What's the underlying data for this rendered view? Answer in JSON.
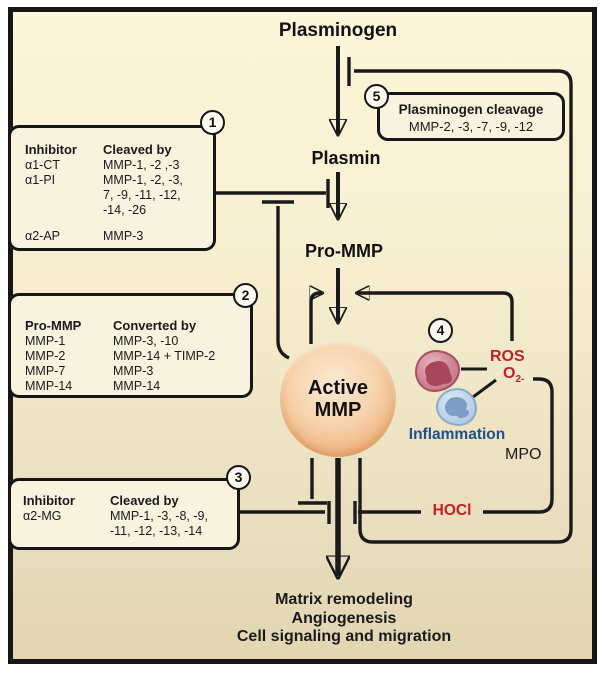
{
  "diagram": {
    "nodes": {
      "plasminogen": "Plasminogen",
      "plasmin": "Plasmin",
      "pro_mmp": "Pro-MMP",
      "active_mmp_line1": "Active",
      "active_mmp_line2": "MMP"
    },
    "outcomes": [
      "Matrix remodeling",
      "Angiogenesis",
      "Cell signaling and migration"
    ],
    "labels": {
      "ros": "ROS",
      "o2_base": "O",
      "o2_sub": "2-",
      "mpo": "MPO",
      "hocl": "HOCl",
      "inflammation": "Inflammation"
    },
    "badges": {
      "b1": "1",
      "b2": "2",
      "b3": "3",
      "b4": "4",
      "b5": "5"
    },
    "box1": {
      "col1_header": "Inhibitor",
      "col2_header": "Cleaved by",
      "rows": [
        {
          "c1": "α1-CT",
          "c2": "MMP-1, -2 ,-3"
        },
        {
          "c1": "α1-PI",
          "c2": "MMP-1, -2, -3,\n7, -9, -11, -12,\n-14, -26"
        },
        {
          "c1": "α2-AP",
          "c2": "MMP-3"
        }
      ]
    },
    "box2": {
      "col1_header": "Pro-MMP",
      "col2_header": "Converted by",
      "rows": [
        {
          "c1": "MMP-1",
          "c2": "MMP-3, -10"
        },
        {
          "c1": "MMP-2",
          "c2": "MMP-14 + TIMP-2"
        },
        {
          "c1": "MMP-7",
          "c2": "MMP-3"
        },
        {
          "c1": "MMP-14",
          "c2": "MMP-14"
        }
      ]
    },
    "box3": {
      "col1_header": "Inhibitor",
      "col2_header": "Cleaved by",
      "rows": [
        {
          "c1": "α2-MG",
          "c2": "MMP-1, -3, -8, -9,\n-11, -12, -13, -14"
        }
      ]
    },
    "box5": {
      "title": "Plasminogen cleavage",
      "value": "MMP-2, -3, -7, -9, -12"
    },
    "colors": {
      "accent_red": "#C32026",
      "accent_blue": "#20508E",
      "line": "#1a1a1a",
      "background_top": "#FCF7DA",
      "background_bottom": "#E2D5B2"
    }
  }
}
